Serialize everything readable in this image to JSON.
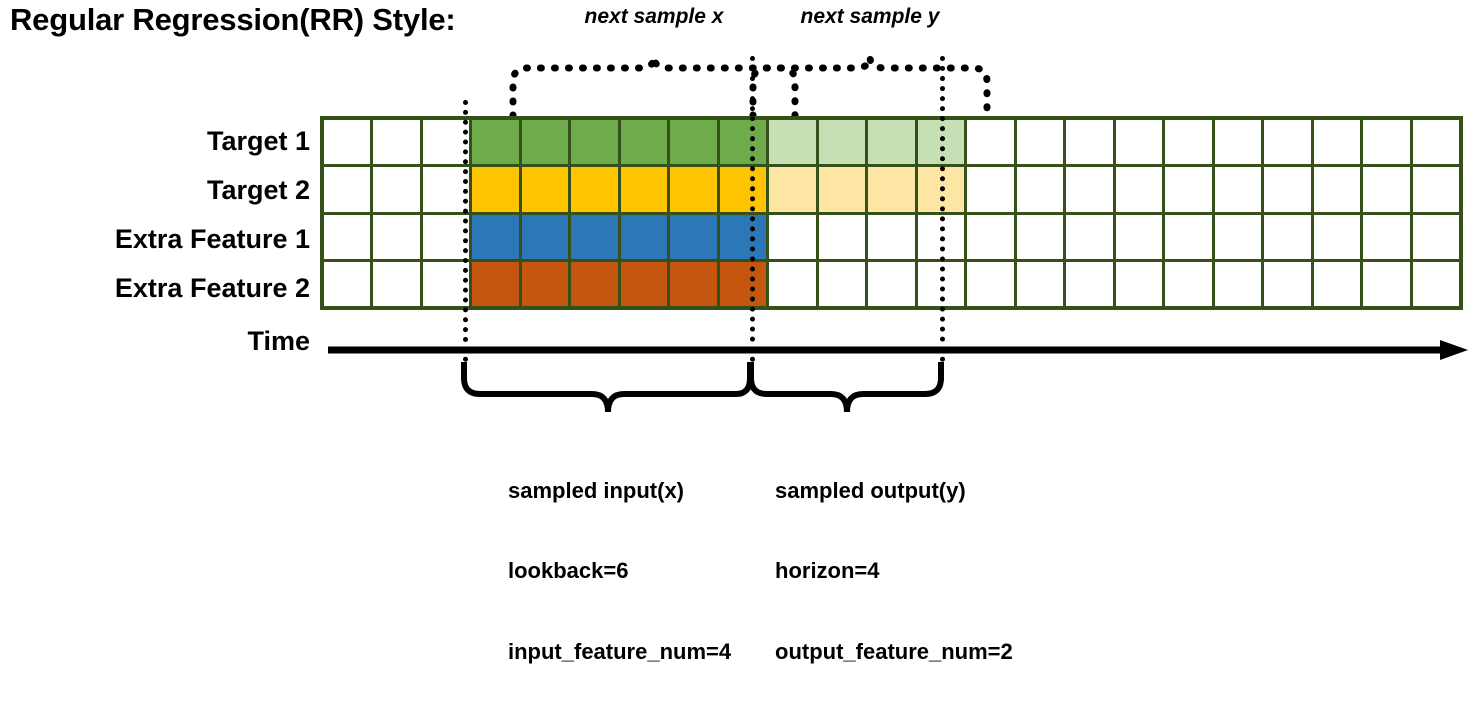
{
  "title": "Regular Regression(RR) Style:",
  "rows": [
    {
      "label": "Target 1",
      "name": "target-1"
    },
    {
      "label": "Target 2",
      "name": "target-2"
    },
    {
      "label": "Extra Feature 1",
      "name": "extra-feature-1"
    },
    {
      "label": "Extra Feature 2",
      "name": "extra-feature-2"
    }
  ],
  "axis": {
    "label": "Time"
  },
  "grid": {
    "columns": 23,
    "input_start_col": 4,
    "input_end_col": 9,
    "output_start_col": 10,
    "output_end_col": 13
  },
  "colors": {
    "border": "#365019",
    "target1": "#6eab4a",
    "target1_faded": "#c6dfb4",
    "target2": "#fec400",
    "target2_faded": "#fde5a4",
    "extra1": "#2c77b8",
    "extra2": "#c5560f",
    "empty": "#ffffff",
    "ink": "#000000"
  },
  "cell_fills": [
    [
      "empty",
      "empty",
      "empty",
      "target1",
      "target1",
      "target1",
      "target1",
      "target1",
      "target1",
      "target1_faded",
      "target1_faded",
      "target1_faded",
      "target1_faded",
      "empty",
      "empty",
      "empty",
      "empty",
      "empty",
      "empty",
      "empty",
      "empty",
      "empty",
      "empty"
    ],
    [
      "empty",
      "empty",
      "empty",
      "target2",
      "target2",
      "target2",
      "target2",
      "target2",
      "target2",
      "target2_faded",
      "target2_faded",
      "target2_faded",
      "target2_faded",
      "empty",
      "empty",
      "empty",
      "empty",
      "empty",
      "empty",
      "empty",
      "empty",
      "empty",
      "empty"
    ],
    [
      "empty",
      "empty",
      "empty",
      "extra1",
      "extra1",
      "extra1",
      "extra1",
      "extra1",
      "extra1",
      "empty",
      "empty",
      "empty",
      "empty",
      "empty",
      "empty",
      "empty",
      "empty",
      "empty",
      "empty",
      "empty",
      "empty",
      "empty",
      "empty"
    ],
    [
      "empty",
      "empty",
      "empty",
      "extra2",
      "extra2",
      "extra2",
      "extra2",
      "extra2",
      "extra2",
      "empty",
      "empty",
      "empty",
      "empty",
      "empty",
      "empty",
      "empty",
      "empty",
      "empty",
      "empty",
      "empty",
      "empty",
      "empty",
      "empty"
    ]
  ],
  "top_annotations": [
    {
      "name": "next-sample-x",
      "label": "next sample x"
    },
    {
      "name": "next-sample-y",
      "label": "next sample y"
    }
  ],
  "bottom_annotations": [
    {
      "name": "sampled-input",
      "title": "sampled input(x)",
      "line2": "lookback=6",
      "line3": "input_feature_num=4"
    },
    {
      "name": "sampled-output",
      "title": "sampled output(y)",
      "line2": "horizon=4",
      "line3": "output_feature_num=2"
    }
  ]
}
